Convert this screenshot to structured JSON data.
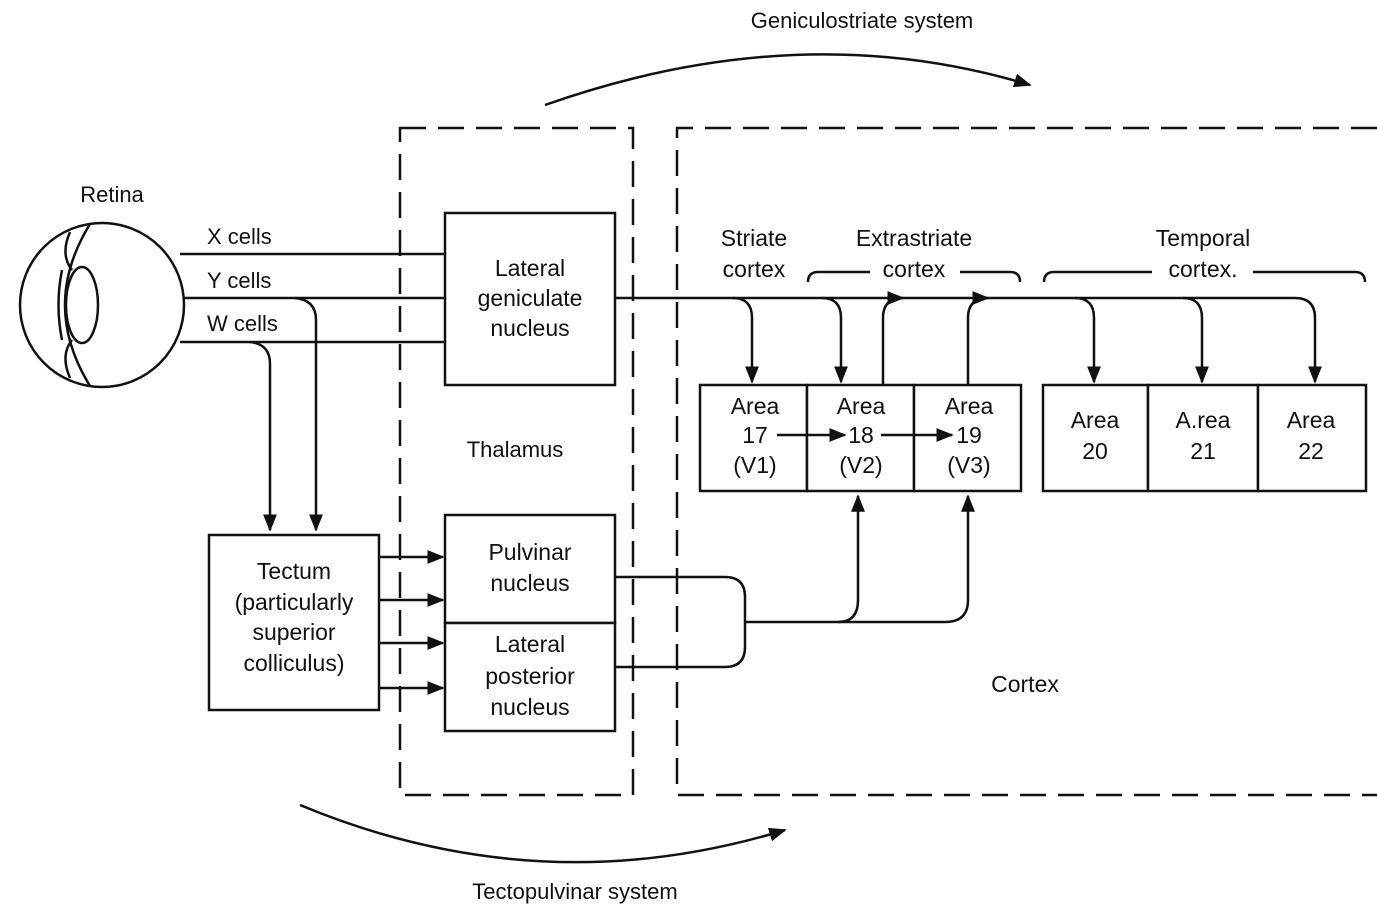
{
  "systems": {
    "top": "Geniculostriate system",
    "bottom": "Tectopulvinar system"
  },
  "retina": {
    "label": "Retina",
    "cells": [
      "X cells",
      "Y cells",
      "W cells"
    ]
  },
  "thalamus": {
    "label": "Thalamus",
    "lgn": [
      "Lateral",
      "geniculate",
      "nucleus"
    ],
    "pulvinar": [
      "Pulvinar",
      "nucleus"
    ],
    "lateral_posterior": [
      "Lateral",
      "posterior",
      "nucleus"
    ]
  },
  "tectum": [
    "Tectum",
    "(particularly",
    "superior",
    "colliculus)"
  ],
  "cortex": {
    "label": "Cortex",
    "striate": [
      "Striate",
      "cortex"
    ],
    "extrastriate": [
      "Extrastriate",
      "cortex"
    ],
    "temporal": [
      "Temporal",
      "cortex."
    ],
    "areas": [
      {
        "lines": [
          "Area",
          "17",
          "(V1)"
        ]
      },
      {
        "lines": [
          "Area",
          "18",
          "(V2)"
        ]
      },
      {
        "lines": [
          "Area",
          "19",
          "(V3)"
        ]
      },
      {
        "lines": [
          "Area",
          "20"
        ]
      },
      {
        "lines": [
          "A.rea",
          "21"
        ]
      },
      {
        "lines": [
          "Area",
          "22"
        ]
      }
    ]
  }
}
